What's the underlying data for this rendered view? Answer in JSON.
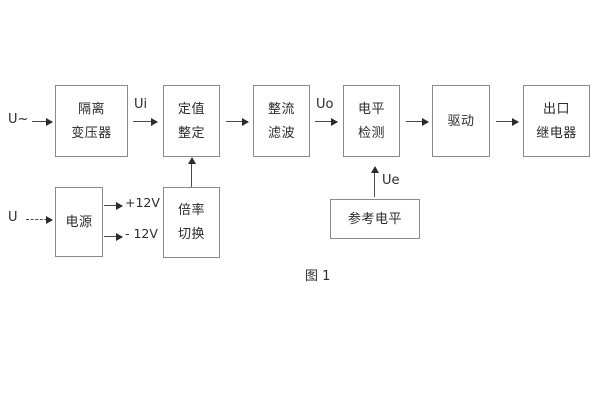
{
  "diagram": {
    "caption": "图 1",
    "blocks": [
      {
        "id": "isolation-transformer",
        "line1": "隔离",
        "line2": "变压器"
      },
      {
        "id": "setpoint-adjust",
        "line1": "定值",
        "line2": "整定"
      },
      {
        "id": "rectify-filter",
        "line1": "整流",
        "line2": "滤波"
      },
      {
        "id": "level-detect",
        "line1": "电平",
        "line2": "检测"
      },
      {
        "id": "drive",
        "line1": "驱动",
        "line2": ""
      },
      {
        "id": "output-relay",
        "line1": "出口",
        "line2": "继电器"
      },
      {
        "id": "power-supply",
        "line1": "电源",
        "line2": ""
      },
      {
        "id": "multiplier-switch",
        "line1": "倍率",
        "line2": "切换"
      },
      {
        "id": "reference-level",
        "line1": "参考电平",
        "line2": ""
      }
    ],
    "signals": {
      "input_ac": "U~",
      "input_dc": "U",
      "ui": "Ui",
      "uo": "Uo",
      "ue": "Ue",
      "rail_pos": "+12V",
      "rail_neg": "- 12V"
    },
    "colors": {
      "border": "#8a8a8a",
      "text": "#2b2b2b",
      "line": "#4a4a4a",
      "background": "#ffffff"
    }
  }
}
